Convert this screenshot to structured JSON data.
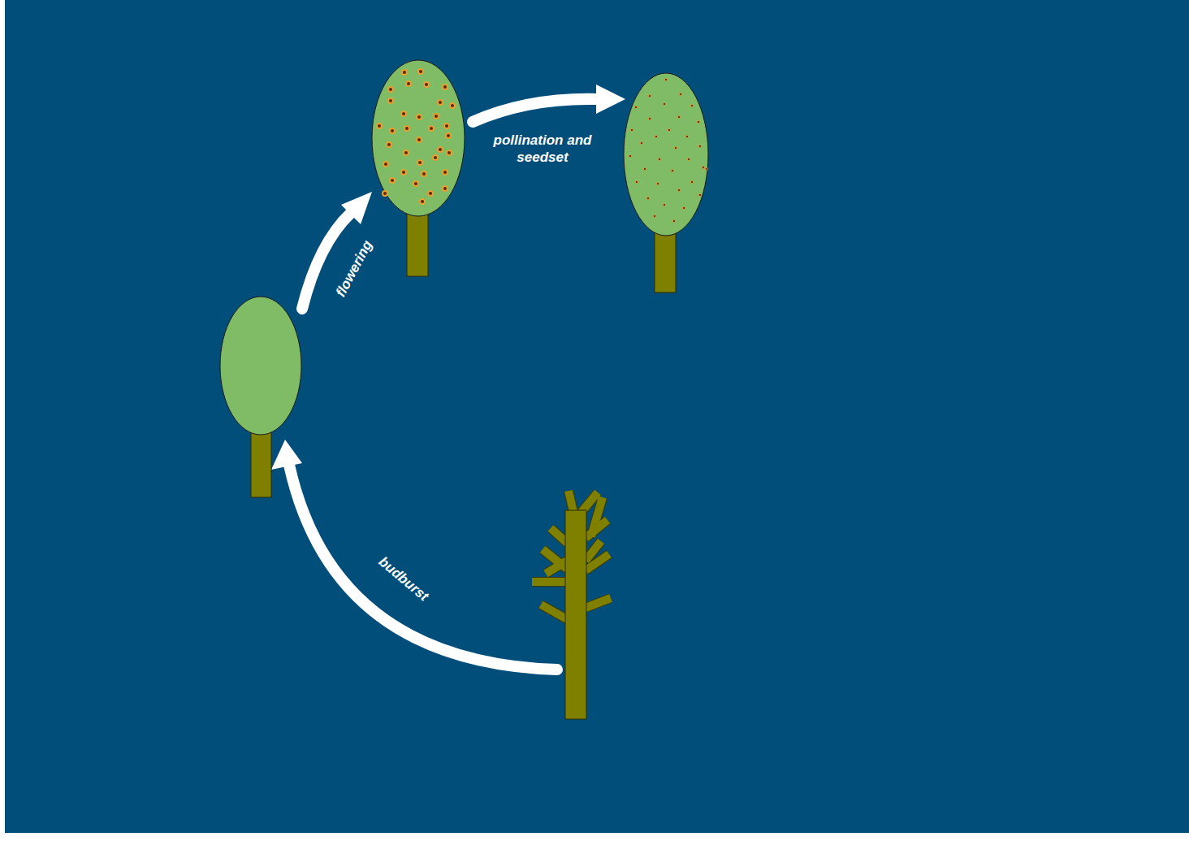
{
  "diagram": {
    "labels": [
      "budburst",
      "flowering",
      "pollination and seedset"
    ]
  }
}
